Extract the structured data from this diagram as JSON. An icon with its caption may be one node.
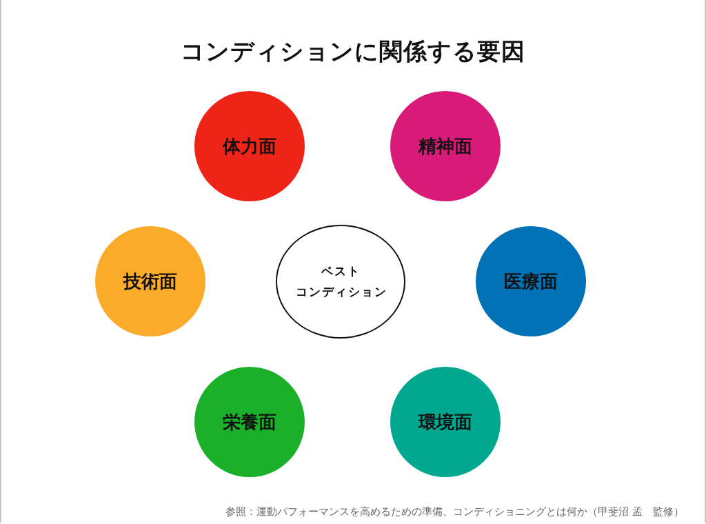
{
  "diagram": {
    "title": "コンディションに関係する要因",
    "caption": "参照：運動パフォーマンスを高めるための準備、コンディショニングとは何か（甲斐沼 孟　監修）",
    "nodes": [
      {
        "text": [
          "体力面"
        ]
      },
      {
        "text": [
          "精神面"
        ]
      },
      {
        "text": [
          "技術面"
        ]
      },
      {
        "text": [
          "ベストコンディション"
        ]
      },
      {
        "text": [
          "医療面"
        ]
      },
      {
        "text": [
          "栄養面"
        ]
      },
      {
        "text": [
          "環境面"
        ]
      }
    ]
  }
}
